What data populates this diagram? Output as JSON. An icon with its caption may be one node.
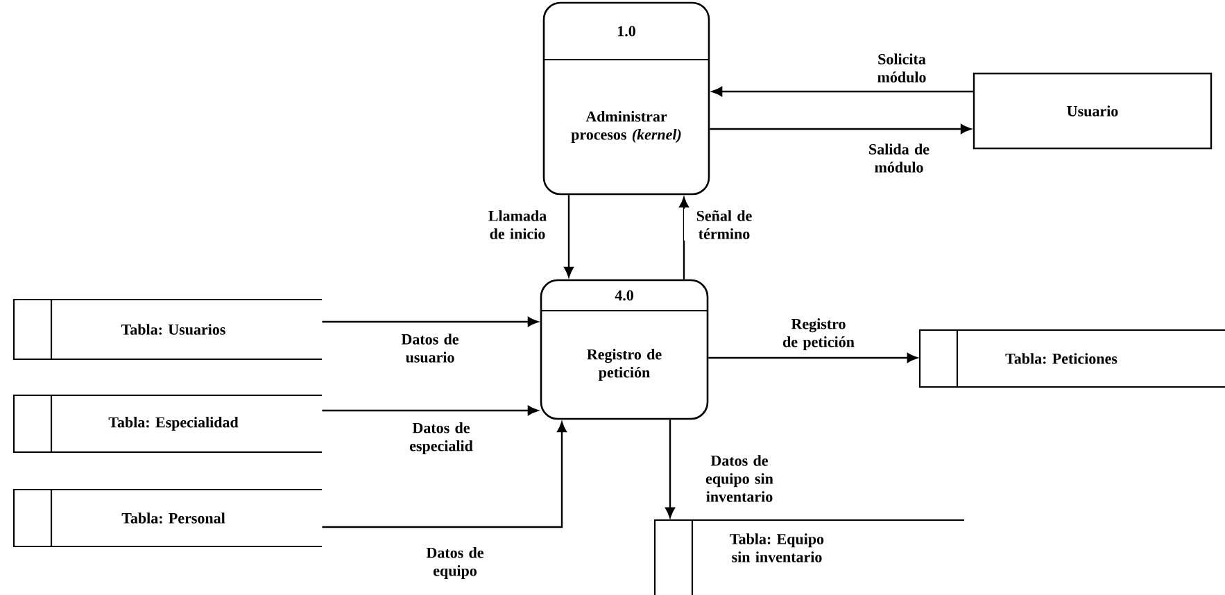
{
  "diagram": {
    "nodes": [
      {
        "text": [
          "1.0",
          "Administrar procesos *(kernel)*"
        ]
      },
      {
        "text": [
          "Usuario"
        ]
      },
      {
        "text": [
          "4.0",
          "Registro de petición"
        ]
      },
      {
        "text": [
          "Tabla: Usuarios"
        ]
      },
      {
        "text": [
          "Tabla: Especialidad"
        ]
      },
      {
        "text": [
          "Tabla: Personal"
        ]
      },
      {
        "text": [
          "Tabla: Peticiones"
        ]
      },
      {
        "text": [
          "Tabla: Equipo sin inventario"
        ]
      }
    ],
    "edges": [
      {
        "from": 1,
        "to": 0,
        "arrow": "to",
        "label": "Solicita módulo"
      },
      {
        "from": 0,
        "to": 1,
        "arrow": "to",
        "label": "Salida de módulo"
      },
      {
        "from": 0,
        "to": 2,
        "arrow": "to",
        "label": "Llamada de inicio"
      },
      {
        "from": 2,
        "to": 0,
        "arrow": "to",
        "label": "Señal de término"
      },
      {
        "from": 3,
        "to": 2,
        "arrow": "to",
        "label": "Datos de usuario"
      },
      {
        "from": 4,
        "to": 2,
        "arrow": "to",
        "label": "Datos de especialid"
      },
      {
        "from": 5,
        "to": 2,
        "arrow": "to",
        "label": "Datos de equipo"
      },
      {
        "from": 2,
        "to": 6,
        "arrow": "to",
        "label": "Registro de petición"
      },
      {
        "from": 2,
        "to": 7,
        "arrow": "to",
        "label": "Datos de equipo sin inventario"
      }
    ]
  }
}
